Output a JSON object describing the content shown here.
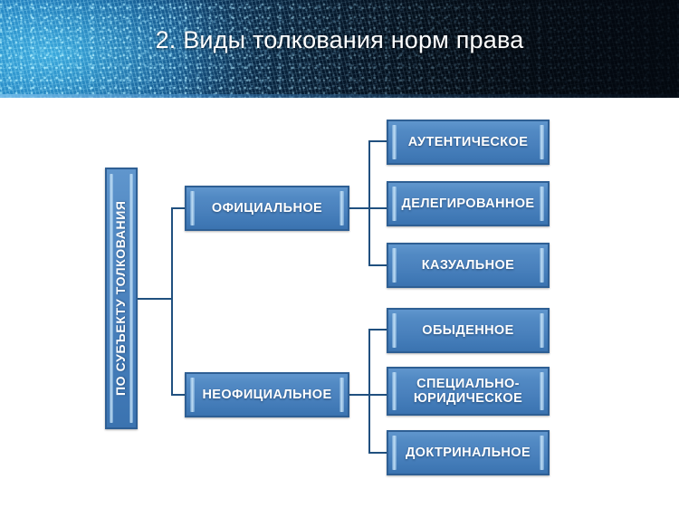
{
  "slide": {
    "title": "2. Виды толкования норм права",
    "accent_color": "#4a81bd",
    "border_color": "#2e5f94",
    "connector_color": "#20507f",
    "header_dark_color": "#03080f",
    "header_blue_color": "#1b6fae"
  },
  "diagram": {
    "root": {
      "label": "ПО СУБЪЕКТУ ТОЛКОВАНИЯ"
    },
    "branches": [
      {
        "label": "ОФИЦИАЛЬНОЕ",
        "children": [
          {
            "label": "АУТЕНТИЧЕСКОЕ"
          },
          {
            "label": "ДЕЛЕГИРОВАННОЕ"
          },
          {
            "label": "КАЗУАЛЬНОЕ"
          }
        ]
      },
      {
        "label": "НЕОФИЦИАЛЬНОЕ",
        "children": [
          {
            "label": "ОБЫДЕННОЕ"
          },
          {
            "label": "СПЕЦИАЛЬНО-\nЮРИДИЧЕСКОЕ"
          },
          {
            "label": "ДОКТРИНАЛЬНОЕ"
          }
        ]
      }
    ]
  }
}
